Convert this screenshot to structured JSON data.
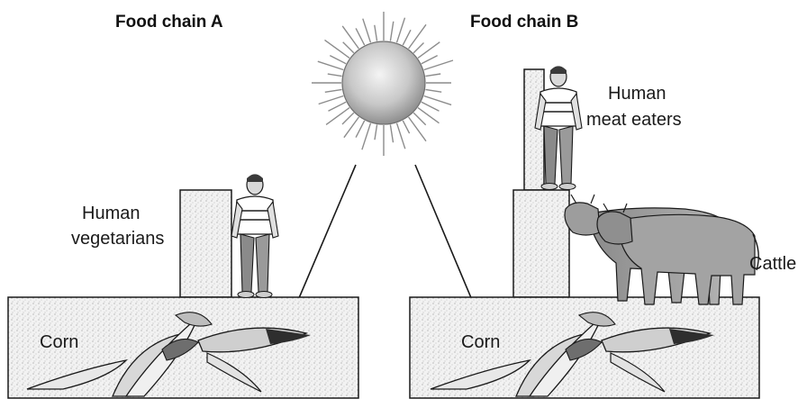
{
  "food_chain_a": {
    "title": "Food chain A",
    "human_label_line1": "Human",
    "human_label_line2": "vegetarians",
    "producer_label": "Corn"
  },
  "food_chain_b": {
    "title": "Food chain B",
    "human_label_line1": "Human",
    "human_label_line2": "meat eaters",
    "consumer_label": "Cattle",
    "producer_label": "Corn"
  },
  "colors": {
    "stipple_fill": "#efefef",
    "outline": "#1a1a1a",
    "sun": "#cfcfcf",
    "cattle": "#9a9a9a"
  }
}
